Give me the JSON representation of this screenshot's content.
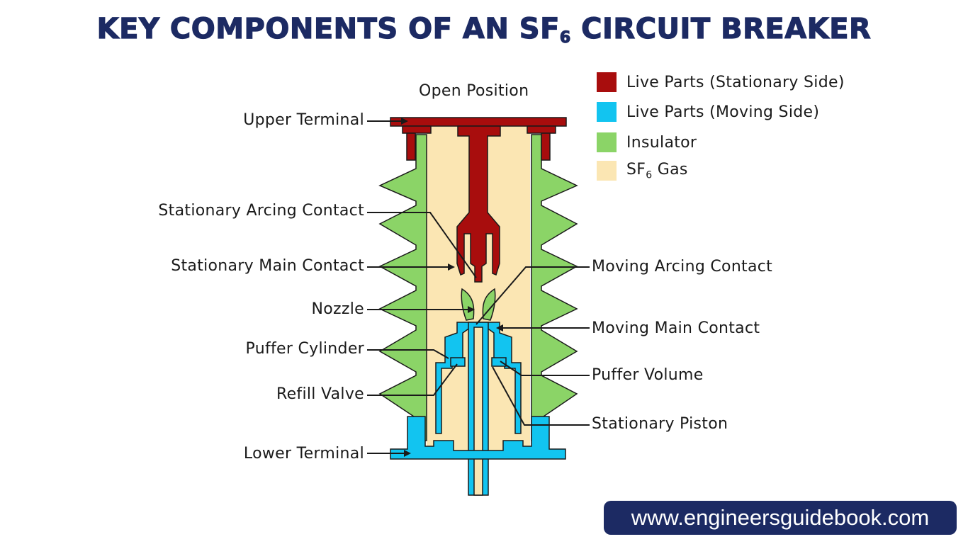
{
  "title": {
    "main": "KEY COMPONENTS OF AN SF",
    "sub": "6",
    "end": " CIRCUIT BREAKER"
  },
  "state_label": "Open Position",
  "legend": [
    {
      "color": "#a80d0d",
      "text": "Live Parts (Stationary Side)"
    },
    {
      "color": "#12c4f0",
      "text": "Live Parts (Moving Side)"
    },
    {
      "color": "#8bd467",
      "text": "Insulator"
    },
    {
      "color": "#fbe6b3",
      "text_main": "SF",
      "text_sub": "6",
      "text_end": " Gas"
    }
  ],
  "labels": {
    "upper_terminal": "Upper Terminal",
    "stationary_arcing_contact": "Stationary Arcing Contact",
    "stationary_main_contact": "Stationary Main Contact",
    "nozzle": "Nozzle",
    "puffer_cylinder": "Puffer Cylinder",
    "refill_valve": "Refill Valve",
    "lower_terminal": "Lower Terminal",
    "moving_arcing_contact": "Moving Arcing Contact",
    "moving_main_contact": "Moving Main Contact",
    "puffer_volume": "Puffer Volume",
    "stationary_piston": "Stationary Piston"
  },
  "colors": {
    "title": "#1c2a63",
    "stationary": "#a80d0d",
    "moving": "#12c4f0",
    "insulator": "#8bd467",
    "gas": "#fbe6b3",
    "outline": "#1a1a1a"
  },
  "footer_url": "www.engineersguidebook.com"
}
